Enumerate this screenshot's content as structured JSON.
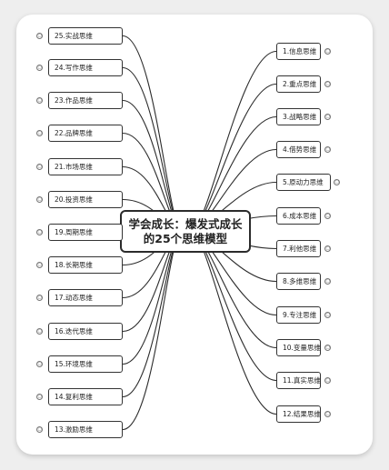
{
  "center": {
    "line1": "学会成长：爆发式成长",
    "line2": "的25个思维模型"
  },
  "left_nodes": [
    {
      "label": "25.实战思维",
      "badge": "□"
    },
    {
      "label": "24.写作思维",
      "badge": "□"
    },
    {
      "label": "23.作品思维",
      "badge": "□"
    },
    {
      "label": "22.品牌思维",
      "badge": "□"
    },
    {
      "label": "21.市场思维",
      "badge": "□"
    },
    {
      "label": "20.投资思维",
      "badge": "□"
    },
    {
      "label": "19.周期思维",
      "badge": "□"
    },
    {
      "label": "18.长期思维",
      "badge": "□"
    },
    {
      "label": "17.动态思维",
      "badge": "□"
    },
    {
      "label": "16.迭代思维",
      "badge": "□"
    },
    {
      "label": "15.环境思维",
      "badge": "□"
    },
    {
      "label": "14.复利思维",
      "badge": "□"
    },
    {
      "label": "13.激励思维",
      "badge": "□"
    }
  ],
  "right_nodes": [
    {
      "label": "1.信息思维",
      "badge": "□"
    },
    {
      "label": "2.重点思维",
      "badge": "□"
    },
    {
      "label": "3.战略思维",
      "badge": "□"
    },
    {
      "label": "4.借势思维",
      "badge": "□"
    },
    {
      "label": "5.原动力思维",
      "badge": "□"
    },
    {
      "label": "6.成本思维",
      "badge": "□"
    },
    {
      "label": "7.利他思维",
      "badge": "□"
    },
    {
      "label": "8.多维思维",
      "badge": "□"
    },
    {
      "label": "9.专注思维",
      "badge": "□"
    },
    {
      "label": "10.变量思维",
      "badge": "□"
    },
    {
      "label": "11.真实思维",
      "badge": "□"
    },
    {
      "label": "12.结果思维",
      "badge": "□"
    }
  ],
  "colors": {
    "line": "#2b2b2b",
    "border": "#333333",
    "background": "#ffffff"
  }
}
